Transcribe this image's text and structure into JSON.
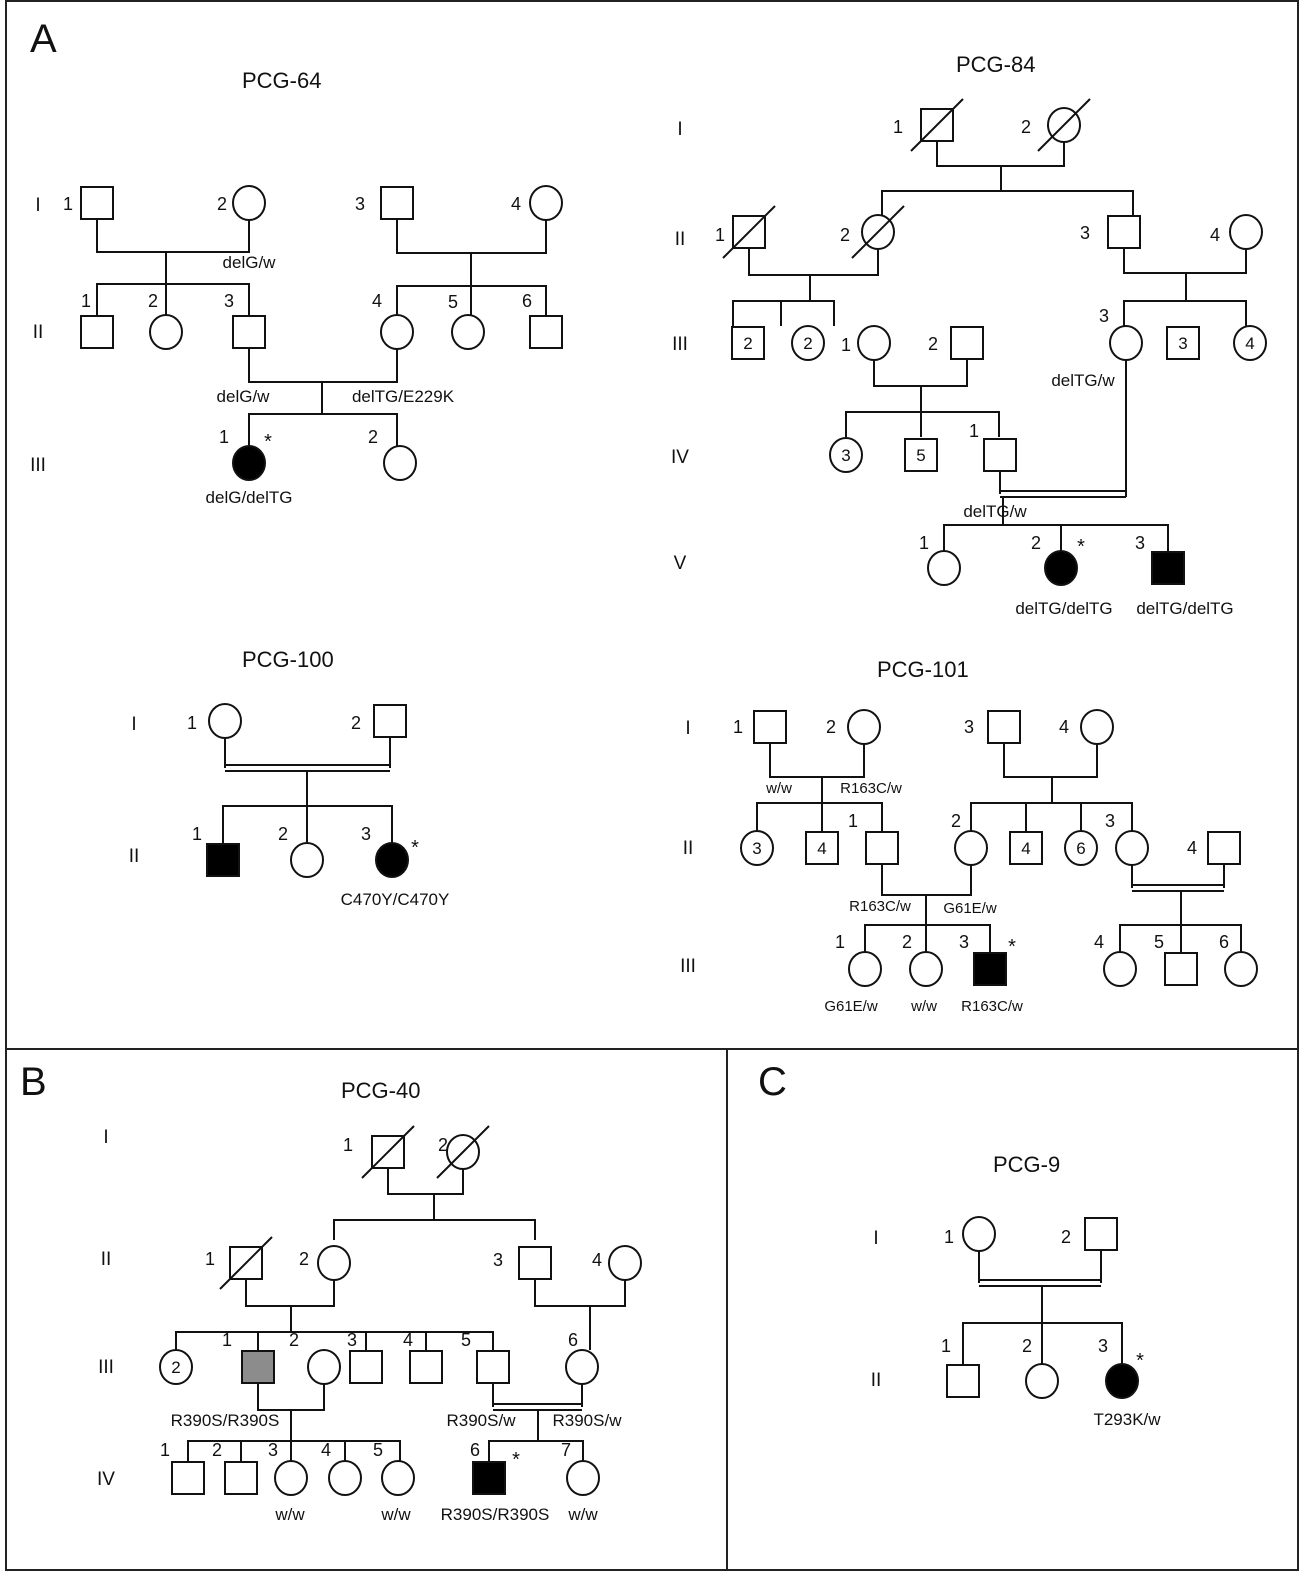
{
  "colors": {
    "line": "#111111",
    "affected": "#000000",
    "carrier_gray": "#8c8c8c",
    "background": "#ffffff"
  },
  "panels": [
    {
      "letter": "A",
      "pedigrees": [
        "PCG-64",
        "PCG-84",
        "PCG-100",
        "PCG-101"
      ]
    },
    {
      "letter": "B",
      "pedigrees": [
        "PCG-40"
      ]
    },
    {
      "letter": "C",
      "pedigrees": [
        "PCG-9"
      ]
    }
  ],
  "legend_symbols": {
    "square": "male",
    "circle": "female",
    "filled": "affected",
    "gray": "partially affected",
    "slash": "deceased",
    "double_line": "consanguineous marriage",
    "asterisk": "proband",
    "number_inside": "number of unaffected siblings"
  },
  "pedigrees": {
    "pcg64": {
      "title": "PCG-64",
      "generations": [
        "I",
        "II",
        "III"
      ],
      "individuals": [
        {
          "id": "I-1",
          "num": "1",
          "sex": "male"
        },
        {
          "id": "I-2",
          "num": "2",
          "sex": "female",
          "genotype": "delG/w"
        },
        {
          "id": "I-3",
          "num": "3",
          "sex": "male"
        },
        {
          "id": "I-4",
          "num": "4",
          "sex": "female"
        },
        {
          "id": "II-1",
          "num": "1",
          "sex": "male"
        },
        {
          "id": "II-2",
          "num": "2",
          "sex": "female"
        },
        {
          "id": "II-3",
          "num": "3",
          "sex": "male",
          "genotype": "delG/w"
        },
        {
          "id": "II-4",
          "num": "4",
          "sex": "female",
          "genotype": "delTG/E229K"
        },
        {
          "id": "II-5",
          "num": "5",
          "sex": "female"
        },
        {
          "id": "II-6",
          "num": "6",
          "sex": "male"
        },
        {
          "id": "III-1",
          "num": "1",
          "sex": "female",
          "affected": true,
          "proband": true,
          "genotype": "delG/delTG"
        },
        {
          "id": "III-2",
          "num": "2",
          "sex": "female"
        }
      ]
    },
    "pcg84": {
      "title": "PCG-84",
      "generations": [
        "I",
        "II",
        "III",
        "IV",
        "V"
      ],
      "individuals": [
        {
          "id": "I-1",
          "num": "1",
          "sex": "male",
          "deceased": true
        },
        {
          "id": "I-2",
          "num": "2",
          "sex": "female",
          "deceased": true
        },
        {
          "id": "II-1",
          "num": "1",
          "sex": "male",
          "deceased": true
        },
        {
          "id": "II-2",
          "num": "2",
          "sex": "female",
          "deceased": true
        },
        {
          "id": "II-3",
          "num": "3",
          "sex": "male"
        },
        {
          "id": "II-4",
          "num": "4",
          "sex": "female"
        },
        {
          "id": "III-sibs-m",
          "inner": "2",
          "sex": "male"
        },
        {
          "id": "III-sibs-f",
          "inner": "2",
          "sex": "female"
        },
        {
          "id": "III-1",
          "num": "1",
          "sex": "female"
        },
        {
          "id": "III-2",
          "num": "2",
          "sex": "male"
        },
        {
          "id": "III-3",
          "num": "3",
          "sex": "female",
          "genotype": "delTG/w"
        },
        {
          "id": "III-sibs-m2",
          "inner": "3",
          "sex": "male"
        },
        {
          "id": "III-sibs-f2",
          "inner": "4",
          "sex": "female"
        },
        {
          "id": "IV-sibs-f",
          "inner": "3",
          "sex": "female"
        },
        {
          "id": "IV-sibs-m",
          "inner": "5",
          "sex": "male"
        },
        {
          "id": "IV-1",
          "num": "1",
          "sex": "male",
          "genotype": "delTG/w"
        },
        {
          "id": "V-1",
          "num": "1",
          "sex": "female"
        },
        {
          "id": "V-2",
          "num": "2",
          "sex": "female",
          "affected": true,
          "proband": true,
          "genotype": "delTG/delTG"
        },
        {
          "id": "V-3",
          "num": "3",
          "sex": "male",
          "affected": true,
          "genotype": "delTG/delTG"
        }
      ]
    },
    "pcg100": {
      "title": "PCG-100",
      "generations": [
        "I",
        "II"
      ],
      "individuals": [
        {
          "id": "I-1",
          "num": "1",
          "sex": "female"
        },
        {
          "id": "I-2",
          "num": "2",
          "sex": "male"
        },
        {
          "id": "II-1",
          "num": "1",
          "sex": "male",
          "affected": true
        },
        {
          "id": "II-2",
          "num": "2",
          "sex": "female"
        },
        {
          "id": "II-3",
          "num": "3",
          "sex": "female",
          "affected": true,
          "proband": true,
          "genotype": "C470Y/C470Y"
        }
      ]
    },
    "pcg101": {
      "title": "PCG-101",
      "generations": [
        "I",
        "II",
        "III"
      ],
      "individuals": [
        {
          "id": "I-1",
          "num": "1",
          "sex": "male",
          "genotype": "w/w"
        },
        {
          "id": "I-2",
          "num": "2",
          "sex": "female",
          "genotype": "R163C/w"
        },
        {
          "id": "I-3",
          "num": "3",
          "sex": "male"
        },
        {
          "id": "I-4",
          "num": "4",
          "sex": "female"
        },
        {
          "id": "II-sibs-f",
          "inner": "3",
          "sex": "female"
        },
        {
          "id": "II-sibs-m",
          "inner": "4",
          "sex": "male"
        },
        {
          "id": "II-1",
          "num": "1",
          "sex": "male",
          "genotype": "R163C/w"
        },
        {
          "id": "II-2",
          "num": "2",
          "sex": "female",
          "genotype": "G61E/w"
        },
        {
          "id": "II-sibs-m2",
          "inner": "4",
          "sex": "male"
        },
        {
          "id": "II-sibs-f2",
          "inner": "6",
          "sex": "female"
        },
        {
          "id": "II-3",
          "num": "3",
          "sex": "female"
        },
        {
          "id": "II-4",
          "num": "4",
          "sex": "male"
        },
        {
          "id": "III-1",
          "num": "1",
          "sex": "female",
          "genotype": "G61E/w"
        },
        {
          "id": "III-2",
          "num": "2",
          "sex": "female",
          "genotype": "w/w"
        },
        {
          "id": "III-3",
          "num": "3",
          "sex": "male",
          "affected": true,
          "proband": true,
          "genotype": "R163C/w"
        },
        {
          "id": "III-4",
          "num": "4",
          "sex": "female"
        },
        {
          "id": "III-5",
          "num": "5",
          "sex": "male"
        },
        {
          "id": "III-6",
          "num": "6",
          "sex": "female"
        }
      ]
    },
    "pcg40": {
      "title": "PCG-40",
      "generations": [
        "I",
        "II",
        "III",
        "IV"
      ],
      "individuals": [
        {
          "id": "I-1",
          "num": "1",
          "sex": "male",
          "deceased": true
        },
        {
          "id": "I-2",
          "num": "2",
          "sex": "female",
          "deceased": true
        },
        {
          "id": "II-1",
          "num": "1",
          "sex": "male",
          "deceased": true
        },
        {
          "id": "II-2",
          "num": "2",
          "sex": "female"
        },
        {
          "id": "II-3",
          "num": "3",
          "sex": "male"
        },
        {
          "id": "II-4",
          "num": "4",
          "sex": "female"
        },
        {
          "id": "III-sibs-f",
          "inner": "2",
          "sex": "female"
        },
        {
          "id": "III-1",
          "num": "1",
          "sex": "male",
          "partial": true,
          "genotype": "R390S/R390S"
        },
        {
          "id": "III-2",
          "num": "2",
          "sex": "female"
        },
        {
          "id": "III-3",
          "num": "3",
          "sex": "male"
        },
        {
          "id": "III-4",
          "num": "4",
          "sex": "male"
        },
        {
          "id": "III-5",
          "num": "5",
          "sex": "male",
          "genotype": "R390S/w"
        },
        {
          "id": "III-6",
          "num": "6",
          "sex": "female",
          "genotype": "R390S/w"
        },
        {
          "id": "IV-1",
          "num": "1",
          "sex": "male"
        },
        {
          "id": "IV-2",
          "num": "2",
          "sex": "male"
        },
        {
          "id": "IV-3",
          "num": "3",
          "sex": "female",
          "genotype": "w/w"
        },
        {
          "id": "IV-4",
          "num": "4",
          "sex": "female"
        },
        {
          "id": "IV-5",
          "num": "5",
          "sex": "female",
          "genotype": "w/w"
        },
        {
          "id": "IV-6",
          "num": "6",
          "sex": "male",
          "affected": true,
          "proband": true,
          "genotype": "R390S/R390S"
        },
        {
          "id": "IV-7",
          "num": "7",
          "sex": "female",
          "genotype": "w/w"
        }
      ]
    },
    "pcg9": {
      "title": "PCG-9",
      "generations": [
        "I",
        "II"
      ],
      "individuals": [
        {
          "id": "I-1",
          "num": "1",
          "sex": "female"
        },
        {
          "id": "I-2",
          "num": "2",
          "sex": "male"
        },
        {
          "id": "II-1",
          "num": "1",
          "sex": "male"
        },
        {
          "id": "II-2",
          "num": "2",
          "sex": "female"
        },
        {
          "id": "II-3",
          "num": "3",
          "sex": "female",
          "affected": true,
          "proband": true,
          "genotype": "T293K/w"
        }
      ]
    }
  }
}
